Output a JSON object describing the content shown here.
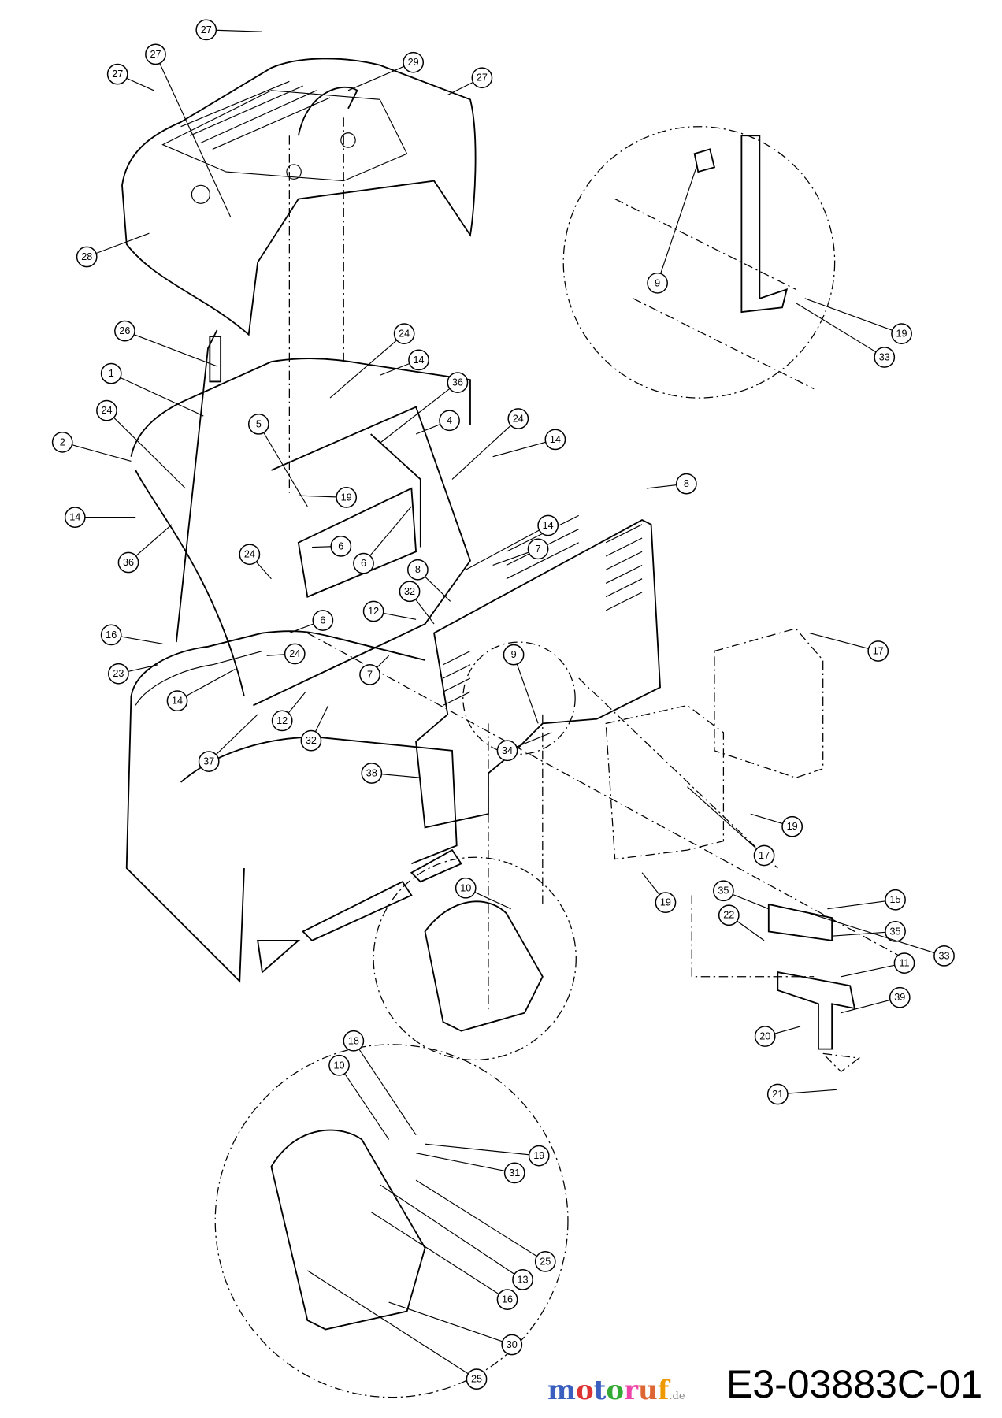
{
  "drawing_code": "E3-03883C-01",
  "watermark": {
    "name": "motoruf",
    "tld": ".de",
    "colors": [
      "#3a5fbf",
      "#d33",
      "#3a5fbf",
      "#3a3",
      "#e4a",
      "#d63",
      "#e90",
      "#dd0"
    ]
  },
  "callouts": [
    "27",
    "27",
    "27",
    "29",
    "27",
    "28",
    "26",
    "1",
    "24",
    "14",
    "36",
    "4",
    "24",
    "14",
    "24",
    "2",
    "5",
    "8",
    "19",
    "14",
    "36",
    "6",
    "6",
    "7",
    "14",
    "8",
    "32",
    "24",
    "12",
    "6",
    "16",
    "23",
    "24",
    "7",
    "14",
    "12",
    "32",
    "37",
    "9",
    "34",
    "38",
    "17",
    "19",
    "17",
    "19",
    "35",
    "15",
    "22",
    "35",
    "33",
    "11",
    "39",
    "20",
    "21",
    "10",
    "18",
    "10",
    "19",
    "31",
    "25",
    "13",
    "16",
    "30",
    "25",
    "9",
    "19",
    "33"
  ]
}
